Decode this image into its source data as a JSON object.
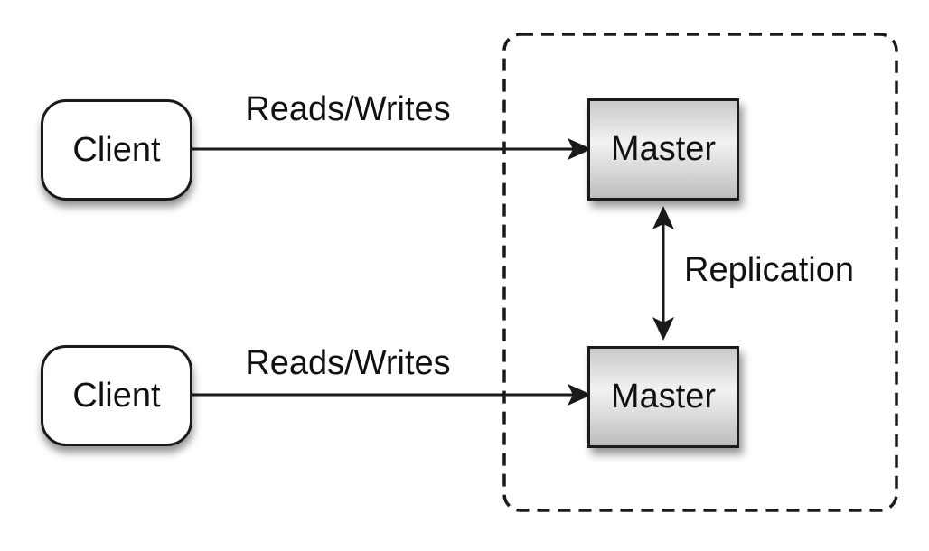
{
  "nodes": {
    "client_top": {
      "label": "Client"
    },
    "client_bottom": {
      "label": "Client"
    },
    "master_top": {
      "label": "Master"
    },
    "master_bottom": {
      "label": "Master"
    }
  },
  "edges": {
    "reads_writes_top": {
      "label": "Reads/Writes"
    },
    "reads_writes_bottom": {
      "label": "Reads/Writes"
    },
    "replication": {
      "label": "Replication"
    }
  },
  "colors": {
    "background": "#ffffff",
    "line": "#1a1a1a",
    "node_border": "#1a1a1a",
    "client_fill": "#ffffff",
    "master_fill_top": "#c9c9c9",
    "master_fill_mid": "#f2f2f2",
    "master_fill_bottom": "#bdbdbd",
    "text": "#111111"
  }
}
